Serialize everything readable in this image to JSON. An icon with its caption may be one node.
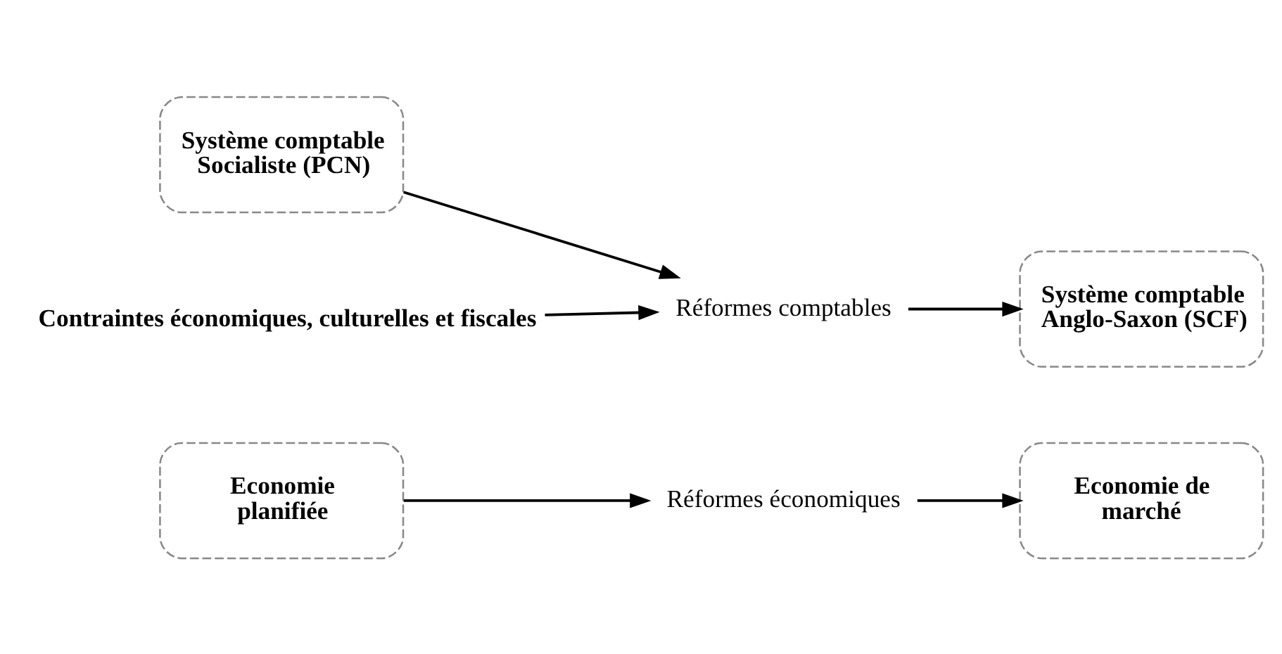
{
  "diagram": {
    "nodes": [
      {
        "text": [
          "Economie planifiée"
        ]
      },
      {
        "text": [
          "Réformes économiques"
        ]
      },
      {
        "text": [
          "Economie de marché"
        ]
      },
      {
        "text": [
          "Système comptable Socialiste (PCN)"
        ]
      },
      {
        "text": [
          "Réformes comptables"
        ]
      },
      {
        "text": [
          "Système comptable Anglo-Saxon (SCF)"
        ]
      },
      {
        "text": [
          "Contraintes économiques, culturelles et fiscales"
        ]
      }
    ],
    "edges": [
      {
        "from": 0,
        "to": 1,
        "arrow": "to"
      },
      {
        "from": 1,
        "to": 2,
        "arrow": "to"
      },
      {
        "from": 3,
        "to": 4,
        "arrow": "to"
      },
      {
        "from": 4,
        "to": 5,
        "arrow": "to"
      },
      {
        "from": 6,
        "to": 4,
        "arrow": "to"
      }
    ]
  }
}
